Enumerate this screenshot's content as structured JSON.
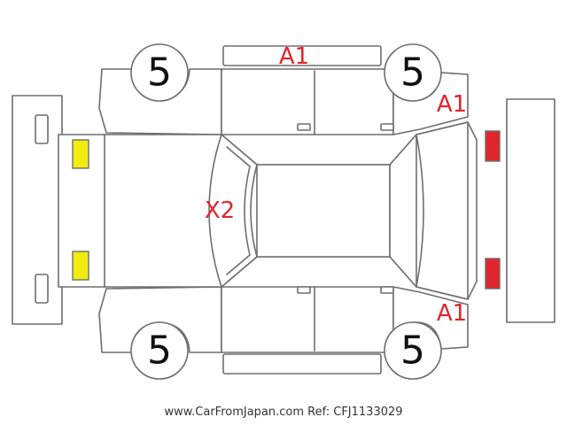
{
  "colors": {
    "outline": "#6e6e6e",
    "damage_mark": "#e0252c",
    "yellow_lamp": "#f2ec10",
    "red_lamp": "#e0252c"
  },
  "tire_labels": {
    "front_left": "5",
    "front_right": "5",
    "rear_left": "5",
    "rear_right": "5"
  },
  "damage_marks": {
    "roof_top": "A1",
    "upper_right_fender": "A1",
    "hood": "X2",
    "lower_right_fender": "A1"
  },
  "footer": {
    "watermark": "www.CarFromJapan.com Ref: CFJ1133029"
  }
}
